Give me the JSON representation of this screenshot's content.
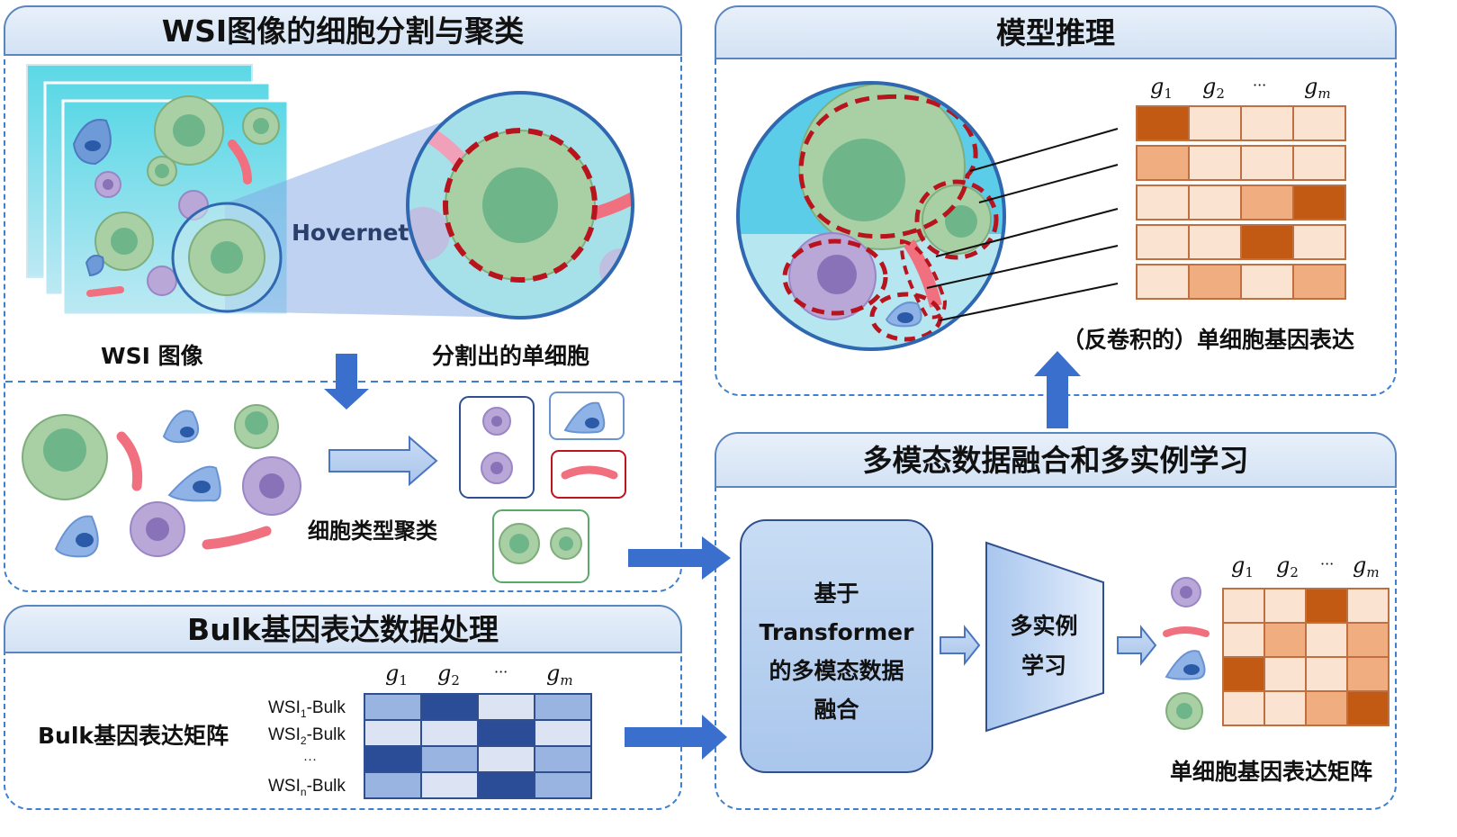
{
  "panels": {
    "wsi": {
      "title": "WSI图像的细胞分割与聚类"
    },
    "inference": {
      "title": "模型推理"
    },
    "fusion": {
      "title": "多模态数据融合和多实例学习"
    },
    "bulk": {
      "title": "Bulk基因表达数据处理"
    }
  },
  "labels": {
    "hovernet": "Hovernet",
    "wsi_image": "WSI 图像",
    "segmented_cell": "分割出的单细胞",
    "cell_cluster": "细胞类型聚类",
    "deconv": "（反卷积的）单细胞基因表达",
    "bulk_matrix": "Bulk基因表达矩阵",
    "transformer_box": [
      "基于",
      "Transformer",
      "的多模态数据",
      "融合"
    ],
    "mil_box": [
      "多实例",
      "学习"
    ],
    "sc_matrix": "单细胞基因表达矩阵"
  },
  "gene_headers": {
    "g1": "g",
    "s1": "1",
    "g2": "g",
    "s2": "2",
    "dots": "···",
    "gm": "g",
    "sm": "m"
  },
  "bulk_rows": [
    {
      "pre": "WSI",
      "sub": "1",
      "post": "-Bulk"
    },
    {
      "pre": "WSI",
      "sub": "2",
      "post": "-Bulk"
    },
    {
      "pre": "···",
      "sub": "",
      "post": ""
    },
    {
      "pre": "WSI",
      "sub": "n",
      "post": "-Bulk"
    }
  ],
  "heatmaps": {
    "inference": [
      [
        3,
        0,
        0,
        0
      ],
      [
        1,
        0,
        0,
        0
      ],
      [
        0,
        0,
        1,
        3
      ],
      [
        0,
        0,
        3,
        0
      ],
      [
        0,
        1,
        0,
        1
      ]
    ],
    "sc": [
      [
        0,
        0,
        3,
        0
      ],
      [
        0,
        1,
        0,
        1
      ],
      [
        3,
        0,
        0,
        1
      ],
      [
        0,
        0,
        1,
        3
      ]
    ],
    "bulk": [
      [
        1,
        3,
        0,
        1
      ],
      [
        0,
        0,
        3,
        0
      ],
      [
        3,
        1,
        0,
        1
      ],
      [
        1,
        0,
        3,
        1
      ]
    ]
  },
  "colors": {
    "orange": [
      "#fbe3d2",
      "#f0ad80",
      "#e8a070",
      "#c35a14"
    ],
    "blue": [
      "#dce4f4",
      "#9ab4e2",
      "#6f92d4",
      "#2b4c96"
    ],
    "accent_dash": "#3d7fd0",
    "arrow": "#3a6fcd"
  }
}
